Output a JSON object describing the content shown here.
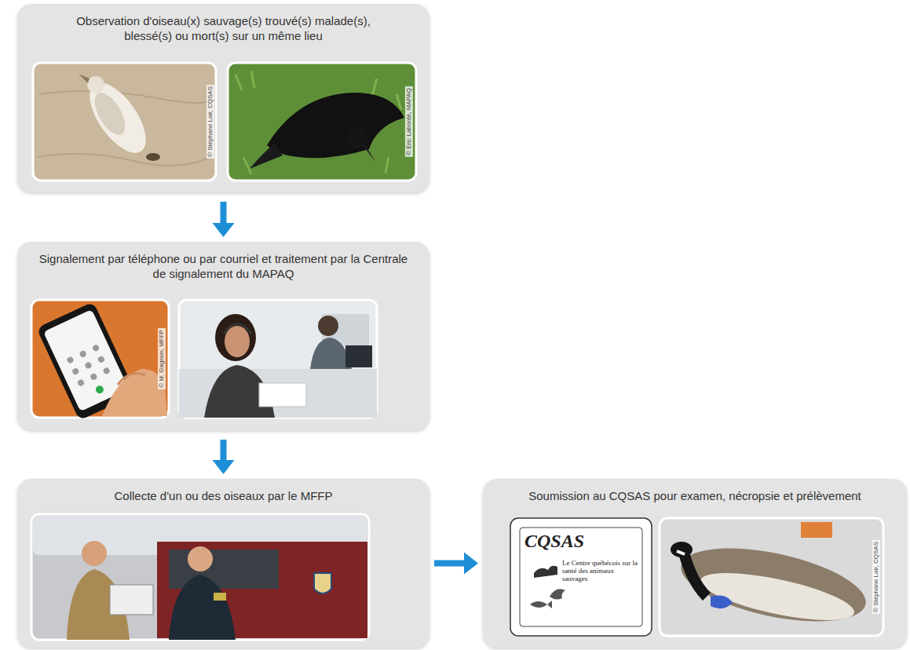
{
  "diagram": {
    "nodes": [
      {
        "text": [
          "Observation d'oiseau(x) sauvage(s) trouvé(s) malade(s), blessé(s) ou mort(s) sur un même lieu"
        ]
      },
      {
        "text": [
          "Signalement par téléphone ou par courriel et traitement par la Centrale de signalement du MAPAQ"
        ]
      },
      {
        "text": [
          "Collecte d'un ou des oiseaux par le MFFP"
        ]
      },
      {
        "text": [
          "Soumission au CQSAS pour examen, nécropsie et prélèvement"
        ]
      }
    ],
    "edges": [
      {
        "from": 0,
        "to": 1,
        "arrow": "to"
      },
      {
        "from": 1,
        "to": 2,
        "arrow": "to"
      },
      {
        "from": 2,
        "to": 3,
        "arrow": "to"
      }
    ],
    "labels": [
      "© Stéphane Lair, CQSAS",
      "© Éric Labonté, MAPAQ",
      "© M. Gagnon, MFFP",
      "CQSAS",
      "Le Centre québécois sur la santé des animaux sauvages",
      "© Stéphane Lair, CQSAS"
    ]
  }
}
